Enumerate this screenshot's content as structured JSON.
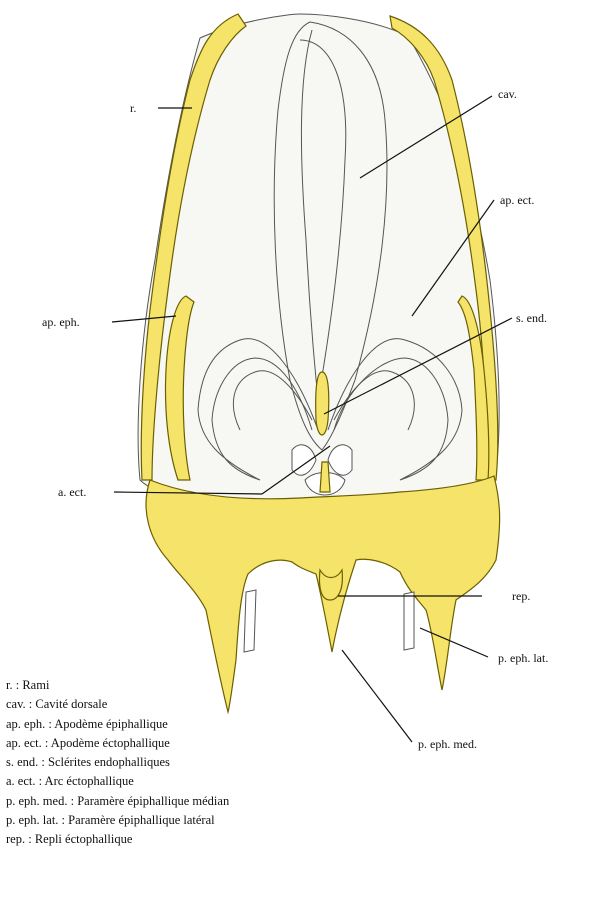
{
  "labels": {
    "rami": "r.",
    "cavity": "cav.",
    "ectophallic_apodeme": "ap. ect.",
    "epiphallic_apodeme": "ap. eph.",
    "endophallic_sclerites": "s. end.",
    "ectophallic_arc": "a. ect.",
    "ectophallic_fold": "rep.",
    "lateral_epiphallic_paramere": "p. eph. lat.",
    "median_epiphallic_paramere": "p. eph. med."
  },
  "legend": [
    {
      "abbr": "r.",
      "text": "Rami"
    },
    {
      "abbr": "cav.",
      "text": "Cavité dorsale"
    },
    {
      "abbr": "ap. eph.",
      "text": "Apodème épiphallique"
    },
    {
      "abbr": "ap. ect.",
      "text": "Apodème éctophallique"
    },
    {
      "abbr": "s. end.",
      "text": "Sclérites endophalliques"
    },
    {
      "abbr": "a. ect.",
      "text": "Arc éctophallique"
    },
    {
      "abbr": "p. eph. med.",
      "text": "Paramère épiphallique médian"
    },
    {
      "abbr": "p. eph. lat.",
      "text": "Paramère épiphallique latéral"
    },
    {
      "abbr": "rep.",
      "text": "Repli éctophallique"
    }
  ],
  "colors": {
    "sclerite_fill": "#f5e36a",
    "outline": "#555555"
  }
}
